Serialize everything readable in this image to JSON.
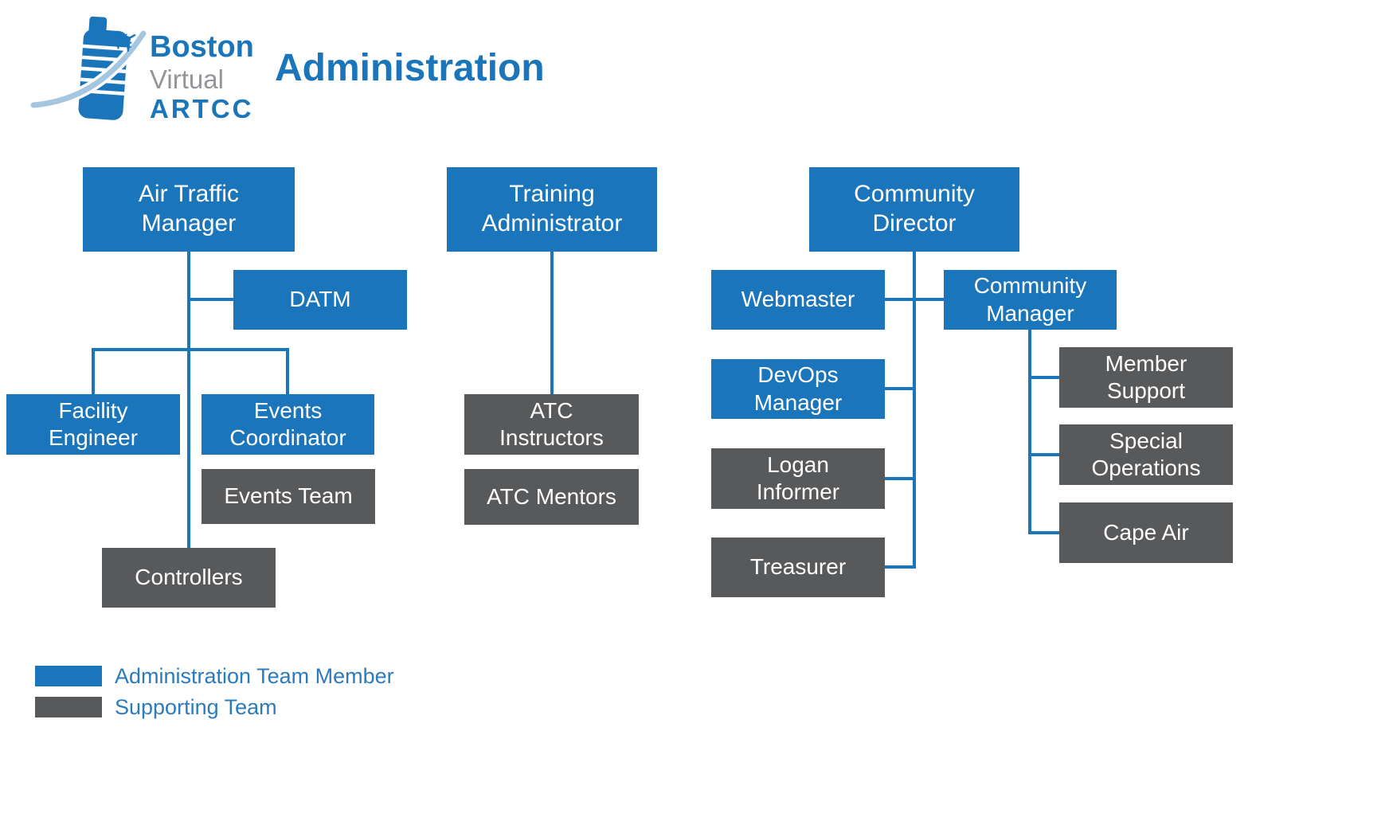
{
  "page": {
    "title": "Administration"
  },
  "logo": {
    "line1": "Boston",
    "line2": "Virtual",
    "line3": "ARTCC"
  },
  "colors": {
    "admin_blue": "#1b75bb",
    "supporting_gray": "#58595b",
    "legend_text_blue": "#2b7bbd",
    "logo_gray": "#939598",
    "swoosh_light_blue": "#a4c6e1"
  },
  "nodes": {
    "air_traffic_manager": {
      "label": "Air Traffic Manager",
      "type": "admin"
    },
    "datm": {
      "label": "DATM",
      "type": "admin"
    },
    "facility_engineer": {
      "label": "Facility Engineer",
      "type": "admin"
    },
    "events_coordinator": {
      "label": "Events Coordinator",
      "type": "admin"
    },
    "events_team": {
      "label": "Events Team",
      "type": "supporting"
    },
    "controllers": {
      "label": "Controllers",
      "type": "supporting"
    },
    "training_administrator": {
      "label": "Training Administrator",
      "type": "admin"
    },
    "atc_instructors": {
      "label": "ATC Instructors",
      "type": "supporting"
    },
    "atc_mentors": {
      "label": "ATC Mentors",
      "type": "supporting"
    },
    "community_director": {
      "label": "Community Director",
      "type": "admin"
    },
    "webmaster": {
      "label": "Webmaster",
      "type": "admin"
    },
    "community_manager": {
      "label": "Community Manager",
      "type": "admin"
    },
    "devops_manager": {
      "label": "DevOps Manager",
      "type": "admin"
    },
    "logan_informer": {
      "label": "Logan Informer",
      "type": "supporting"
    },
    "treasurer": {
      "label": "Treasurer",
      "type": "supporting"
    },
    "member_support": {
      "label": "Member Support",
      "type": "supporting"
    },
    "special_operations": {
      "label": "Special Operations",
      "type": "supporting"
    },
    "cape_air": {
      "label": "Cape Air",
      "type": "supporting"
    }
  },
  "hierarchy": [
    {
      "root": "air_traffic_manager",
      "children": [
        {
          "id": "datm"
        },
        {
          "id": "facility_engineer"
        },
        {
          "id": "events_coordinator",
          "children": [
            {
              "id": "events_team"
            }
          ]
        },
        {
          "id": "controllers"
        }
      ]
    },
    {
      "root": "training_administrator",
      "children": [
        {
          "id": "atc_instructors",
          "children": [
            {
              "id": "atc_mentors"
            }
          ]
        }
      ]
    },
    {
      "root": "community_director",
      "children": [
        {
          "id": "webmaster"
        },
        {
          "id": "devops_manager"
        },
        {
          "id": "logan_informer"
        },
        {
          "id": "treasurer"
        },
        {
          "id": "community_manager",
          "children": [
            {
              "id": "member_support"
            },
            {
              "id": "special_operations"
            },
            {
              "id": "cape_air"
            }
          ]
        }
      ]
    }
  ],
  "legend": {
    "admin_label": "Administration Team Member",
    "supporting_label": "Supporting Team"
  }
}
